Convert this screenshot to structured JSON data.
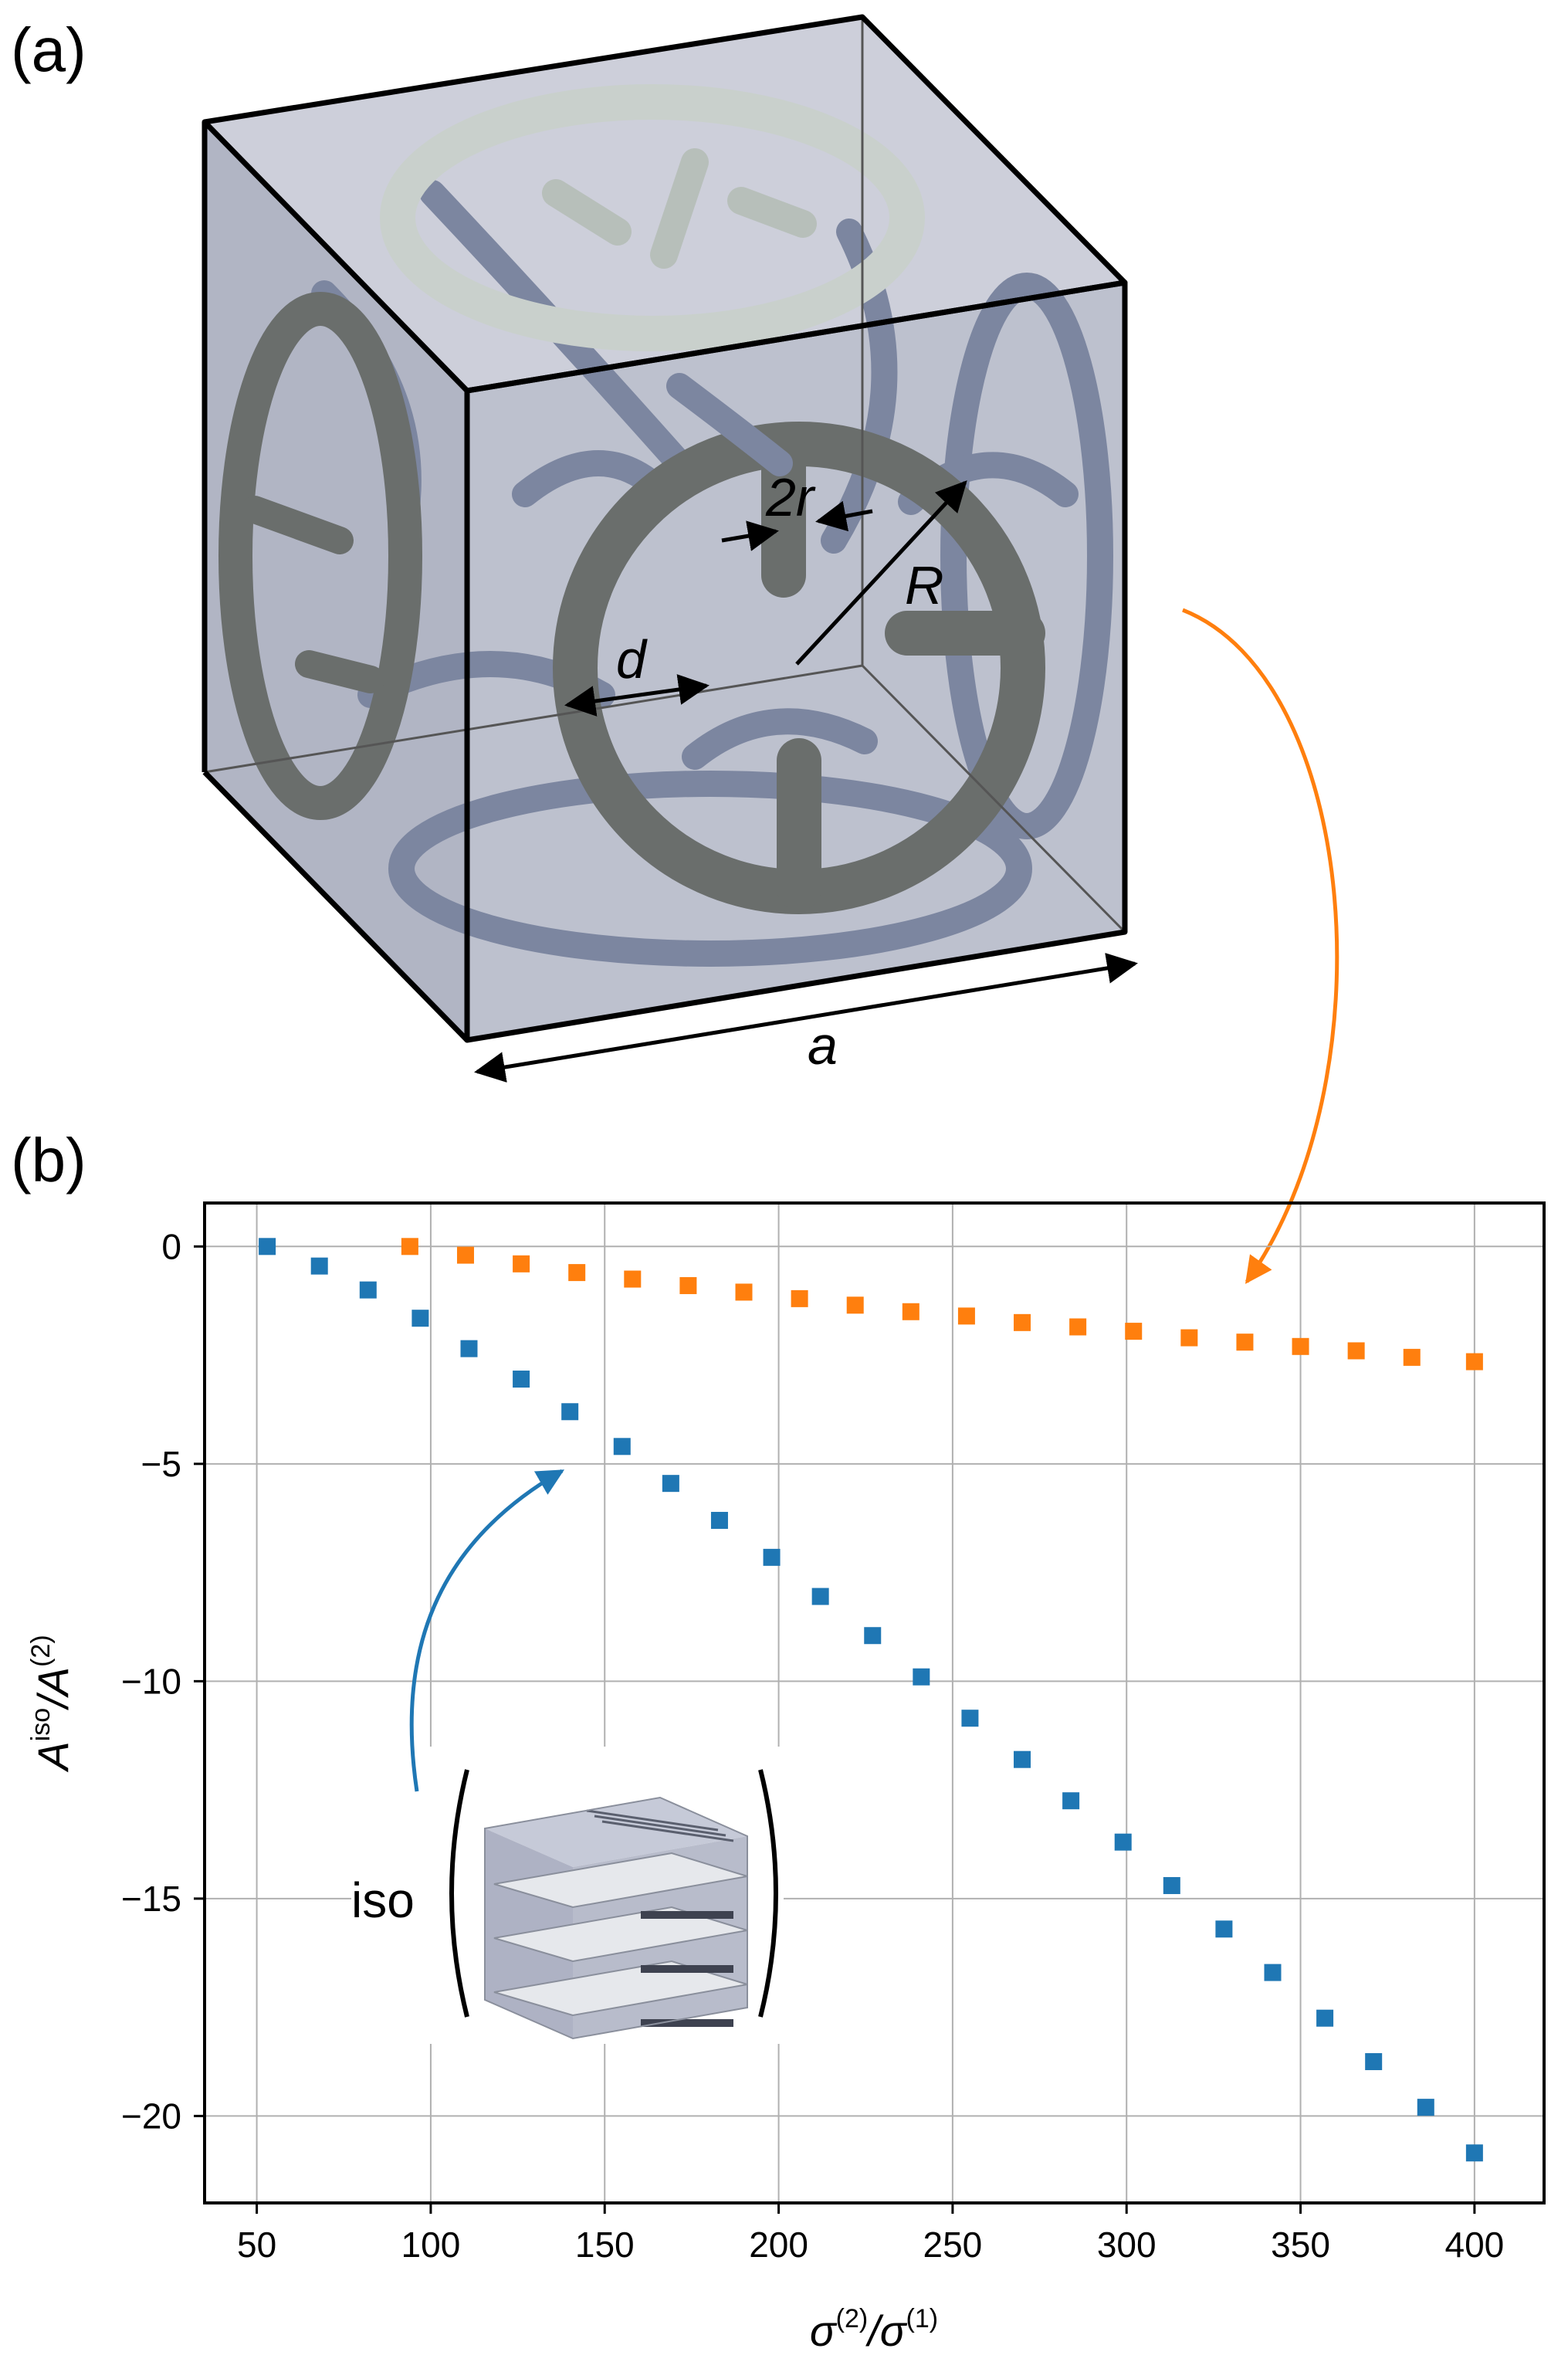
{
  "panels": {
    "a_label": "(a)",
    "b_label": "(b)"
  },
  "cube_labels": {
    "r": "2r",
    "R": "R",
    "d": "d",
    "a": "a"
  },
  "inset": {
    "label": "iso"
  },
  "colors": {
    "series1": "#1f77b4",
    "series2": "#ff7f0e",
    "cube_fill": "#b4b8c8",
    "ring": "#6a6e6c",
    "tube": "#7c86a0"
  },
  "chart_data": {
    "type": "scatter",
    "xlabel": {
      "base": "σ",
      "sup1": "(2)",
      "mid": "/σ",
      "sup2": "(1)"
    },
    "ylabel": {
      "base": "A",
      "sup1": "iso",
      "mid": "/A",
      "sup2": "(2)"
    },
    "xlim": [
      35,
      420
    ],
    "ylim": [
      -22,
      1
    ],
    "xticks": [
      50,
      100,
      150,
      200,
      250,
      300,
      350,
      400
    ],
    "yticks": [
      0,
      -5,
      -10,
      -15,
      -20
    ],
    "xtick_labels": [
      "50",
      "100",
      "150",
      "200",
      "250",
      "300",
      "350",
      "400"
    ],
    "ytick_labels": [
      "0",
      "−5",
      "−10",
      "−15",
      "−20"
    ],
    "grid": true,
    "series": [
      {
        "color": "#1f77b4",
        "x": [
          53,
          68,
          82,
          97,
          111,
          126,
          140,
          155,
          169,
          183,
          198,
          212,
          227,
          241,
          255,
          270,
          284,
          299,
          313,
          328,
          342,
          357,
          371,
          386,
          400
        ],
        "y": [
          0,
          -0.45,
          -1.0,
          -1.65,
          -2.35,
          -3.05,
          -3.8,
          -4.6,
          -5.45,
          -6.3,
          -7.15,
          -8.05,
          -8.95,
          -9.9,
          -10.85,
          -11.8,
          -12.75,
          -13.7,
          -14.7,
          -15.7,
          -16.7,
          -17.75,
          -18.75,
          -19.8,
          -20.85
        ]
      },
      {
        "color": "#ff7f0e",
        "x": [
          94,
          110,
          126,
          142,
          158,
          174,
          190,
          206,
          222,
          238,
          254,
          270,
          286,
          302,
          318,
          334,
          350,
          366,
          382,
          400
        ],
        "y": [
          0,
          -0.2,
          -0.4,
          -0.6,
          -0.75,
          -0.9,
          -1.05,
          -1.2,
          -1.35,
          -1.5,
          -1.6,
          -1.75,
          -1.85,
          -1.95,
          -2.1,
          -2.2,
          -2.3,
          -2.4,
          -2.55,
          -2.65
        ]
      }
    ]
  }
}
